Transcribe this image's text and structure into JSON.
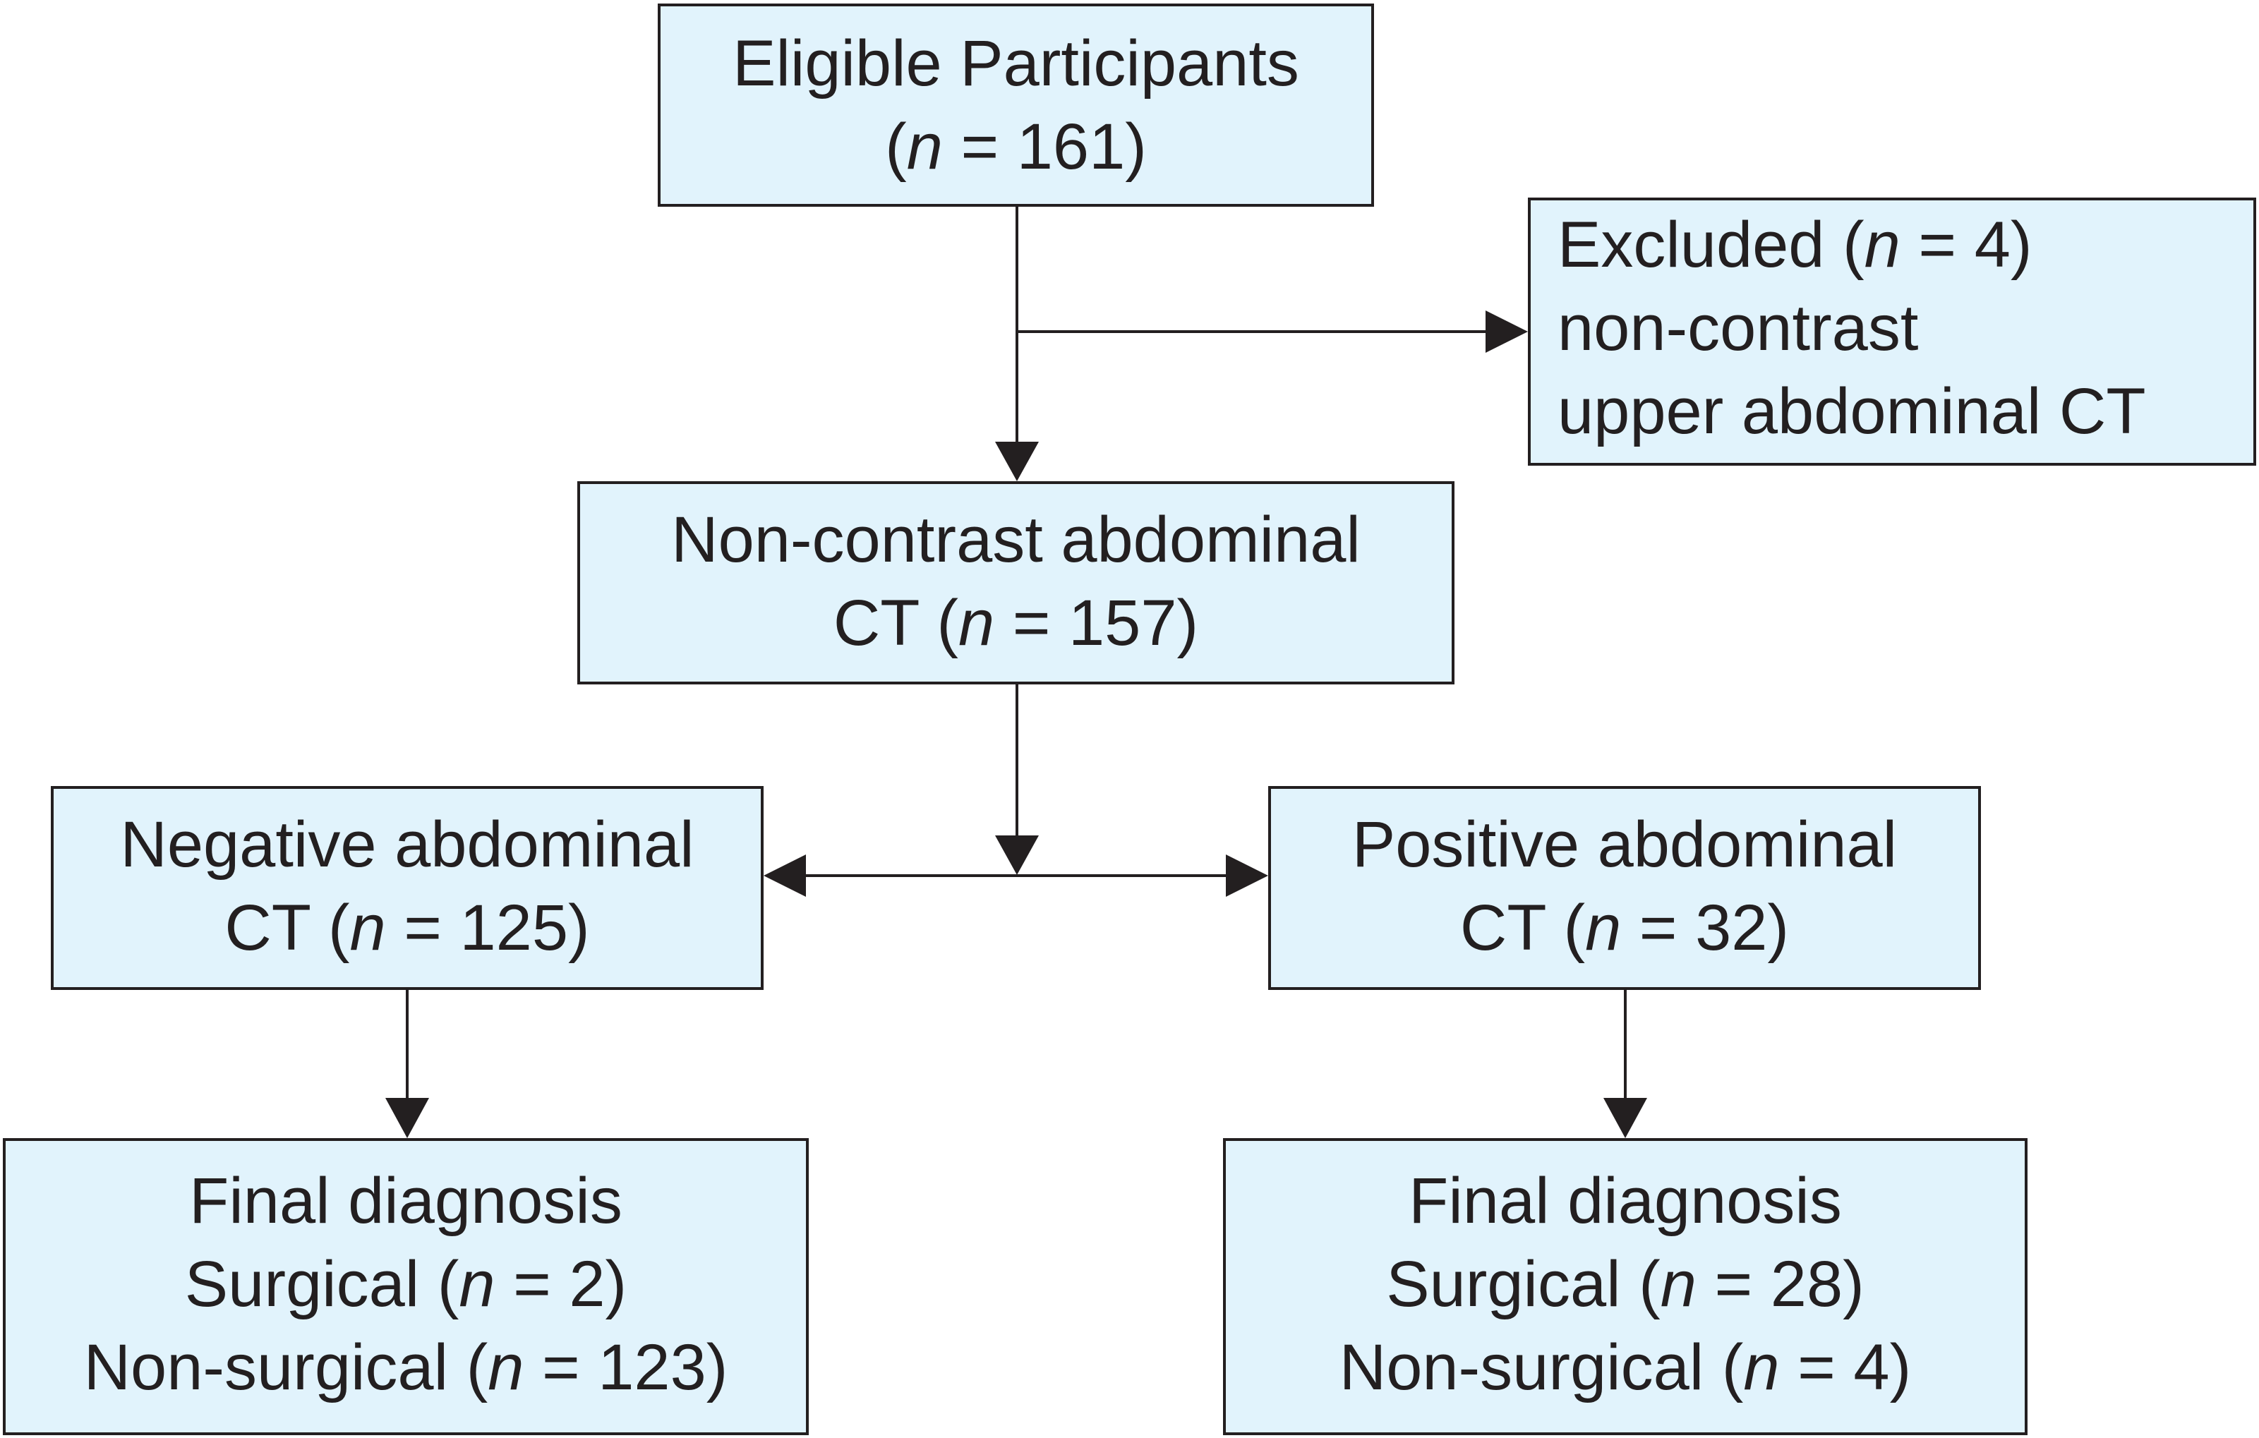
{
  "boxes": {
    "eligible": {
      "lines": [
        {
          "pre": "Eligible Participants"
        },
        {
          "pre": "(",
          "n": "n",
          "post": " = 161)"
        }
      ]
    },
    "excluded": {
      "lines": [
        {
          "pre": "Excluded (",
          "n": "n",
          "post": " = 4)"
        },
        {
          "pre": "non-contrast"
        },
        {
          "pre": "upper abdominal CT"
        }
      ]
    },
    "noncontrast": {
      "lines": [
        {
          "pre": "Non-contrast abdominal"
        },
        {
          "pre": "CT (",
          "n": "n",
          "post": " = 157)"
        }
      ]
    },
    "negative": {
      "lines": [
        {
          "pre": "Negative abdominal"
        },
        {
          "pre": "CT (",
          "n": "n",
          "post": " = 125)"
        }
      ]
    },
    "positive": {
      "lines": [
        {
          "pre": "Positive abdominal"
        },
        {
          "pre": "CT (",
          "n": "n",
          "post": " = 32)"
        }
      ]
    },
    "final_negative": {
      "lines": [
        {
          "pre": "Final diagnosis"
        },
        {
          "pre": "Surgical (",
          "n": "n",
          "post": " = 2)"
        },
        {
          "pre": "Non-surgical (",
          "n": "n",
          "post": " = 123)"
        }
      ]
    },
    "final_positive": {
      "lines": [
        {
          "pre": "Final diagnosis"
        },
        {
          "pre": "Surgical (",
          "n": "n",
          "post": " = 28)"
        },
        {
          "pre": "Non-surgical (",
          "n": "n",
          "post": " = 4)"
        }
      ]
    }
  },
  "colors": {
    "box_fill": "#e1f3fc",
    "line": "#231f20",
    "text": "#231f20"
  }
}
